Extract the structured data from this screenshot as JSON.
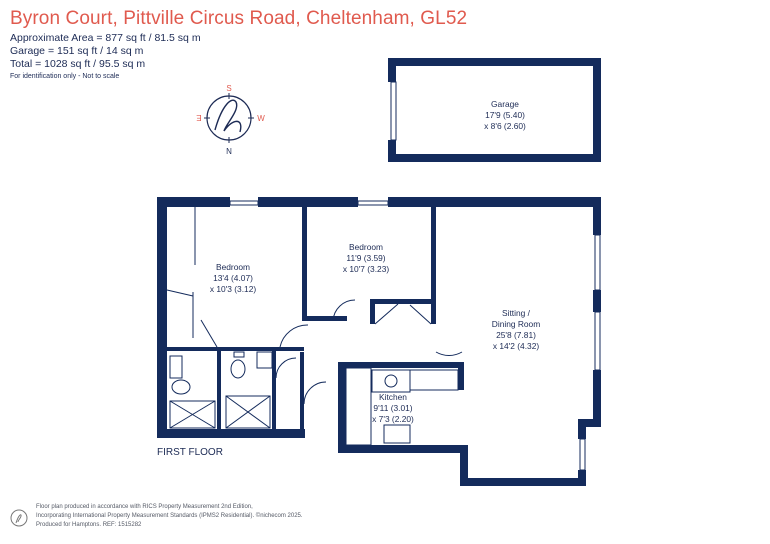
{
  "header": {
    "title": "Byron Court, Pittville Circus Road, Cheltenham, GL52",
    "approx_area": "Approximate Area = 877 sq ft / 81.5 sq m",
    "garage_area": "Garage = 151 sq ft / 14 sq m",
    "total_area": "Total = 1028 sq ft / 95.5 sq m",
    "note": "For identification only - Not to scale"
  },
  "compass": {
    "n": "N",
    "s": "S",
    "e": "E",
    "w": "W"
  },
  "rooms": {
    "garage": {
      "name": "Garage",
      "dim1": "17'9 (5.40)",
      "dim2": "x 8'6 (2.60)"
    },
    "bedroom1": {
      "name": "Bedroom",
      "dim1": "13'4 (4.07)",
      "dim2": "x 10'3 (3.12)"
    },
    "bedroom2": {
      "name": "Bedroom",
      "dim1": "11'9 (3.59)",
      "dim2": "x 10'7 (3.23)"
    },
    "sitting": {
      "name1": "Sitting /",
      "name2": "Dining Room",
      "dim1": "25'8 (7.81)",
      "dim2": "x 14'2 (4.32)"
    },
    "kitchen": {
      "name": "Kitchen",
      "dim1": "9'11 (3.01)",
      "dim2": "x 7'3 (2.20)"
    }
  },
  "floor_label": "FIRST FLOOR",
  "footer": {
    "line1": "Floor plan produced in accordance with RICS Property Measurement 2nd Edition,",
    "line2": "Incorporating International Property Measurement Standards (IPMS2 Residential).  ©nichecom 2025.",
    "line3": "Produced for Hamptons.   REF: 1515282"
  },
  "colors": {
    "wall": "#142b5c",
    "title": "#e05a4e",
    "compass": "#e05a4e"
  }
}
